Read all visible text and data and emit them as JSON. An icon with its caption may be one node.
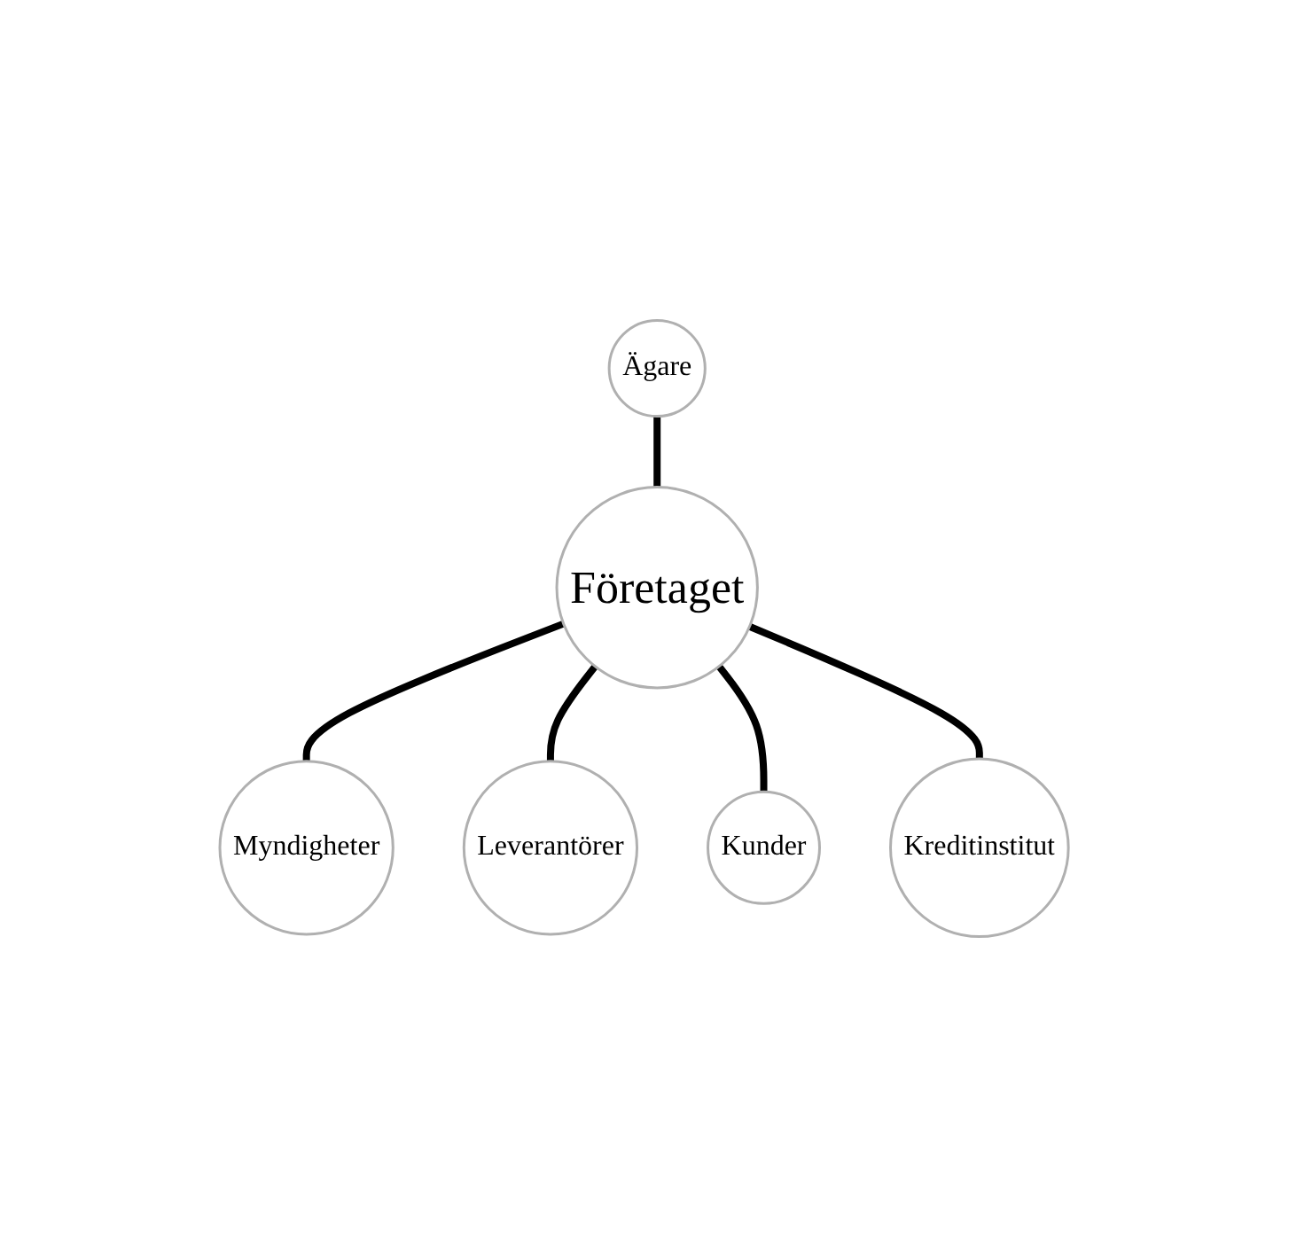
{
  "diagram": {
    "nodes": [
      {
        "text": [
          "Ägare"
        ]
      },
      {
        "text": [
          "Myndigheter"
        ]
      },
      {
        "text": [
          "Företaget"
        ]
      },
      {
        "text": [
          "Leverantörer"
        ]
      },
      {
        "text": [
          "Kunder"
        ]
      },
      {
        "text": [
          "Kreditinstitut"
        ]
      }
    ],
    "edges": [
      {
        "from": 0,
        "to": 2,
        "arrow": "none"
      },
      {
        "from": 2,
        "to": 1,
        "arrow": "none"
      },
      {
        "from": 2,
        "to": 3,
        "arrow": "none"
      },
      {
        "from": 2,
        "to": 4,
        "arrow": "none"
      },
      {
        "from": 2,
        "to": 5,
        "arrow": "none"
      }
    ]
  }
}
